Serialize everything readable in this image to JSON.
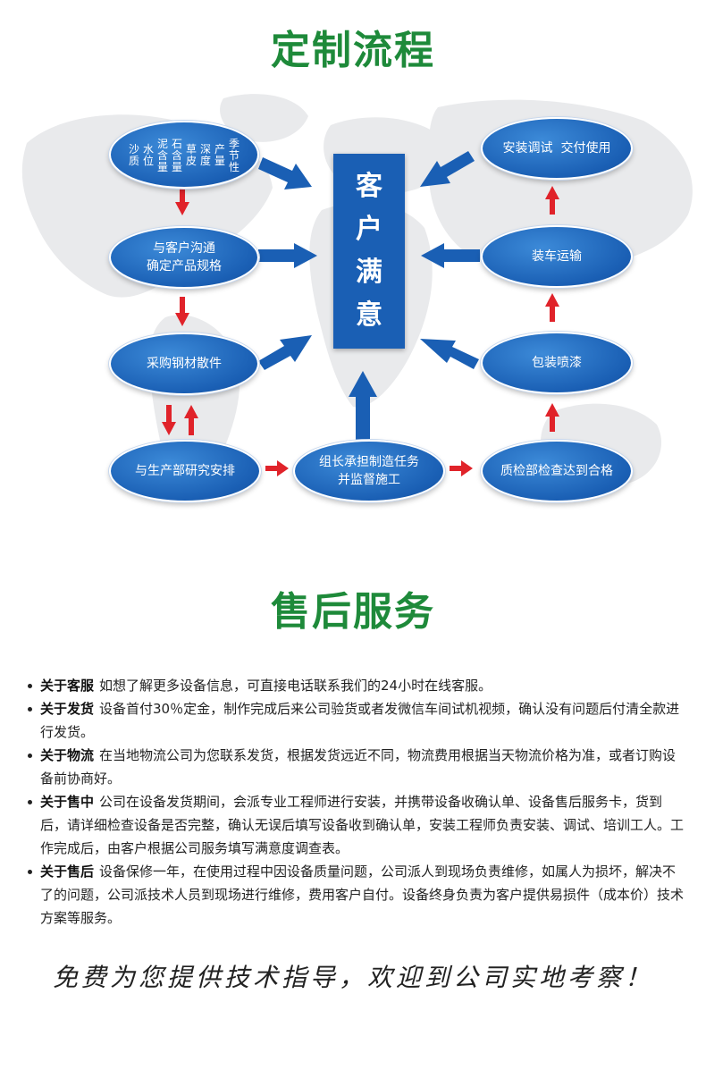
{
  "titles": {
    "process": "定制流程",
    "service": "售后服务"
  },
  "center": [
    "客",
    "户",
    "满",
    "意"
  ],
  "nodes": {
    "factors": [
      "沙质",
      "水位",
      "泥含量",
      "石含量",
      "草皮",
      "深度",
      "产量",
      "季节性"
    ],
    "communicate": "与客户沟通\n确定产品规格",
    "purchase": "采购钢材散件",
    "schedule": "与生产部研究安排",
    "assemble": "组长承担制造任务\n并监督施工",
    "inspect": "质检部检查达到合格",
    "paint": "包装喷漆",
    "ship": "装车运输",
    "install": "安装调试  交付使用"
  },
  "colors": {
    "title_green": "#1e8a3a",
    "node_blue": "#1a5fb4",
    "arrow_red": "#e0232a"
  },
  "service": [
    {
      "label": "关于客服",
      "text": "如想了解更多设备信息，可直接电话联系我们的24小时在线客服。"
    },
    {
      "label": "关于发货",
      "text": "设备首付30％定金，制作完成后来公司验货或者发微信车间试机视频，确认没有问题后付清全款进行发货。"
    },
    {
      "label": "关于物流",
      "text": "在当地物流公司为您联系发货，根据发货远近不同，物流费用根据当天物流价格为准，或者订购设备前协商好。"
    },
    {
      "label": "关于售中",
      "text": "公司在设备发货期间，会派专业工程师进行安装，并携带设备收确认单、设备售后服务卡，货到后，请详细检查设备是否完整，确认无误后填写设备收到确认单，安装工程师负责安装、调试、培训工人。工作完成后，由客户根据公司服务填写满意度调查表。"
    },
    {
      "label": "关于售后",
      "text": "设备保修一年，在使用过程中因设备质量问题，公司派人到现场负责维修，如属人为损坏，解决不了的问题，公司派技术人员到现场进行维修，费用客户自付。设备终身负责为客户提供易损件（成本价）技术方案等服务。"
    }
  ],
  "slogan": "免费为您提供技术指导，欢迎到公司实地考察！"
}
